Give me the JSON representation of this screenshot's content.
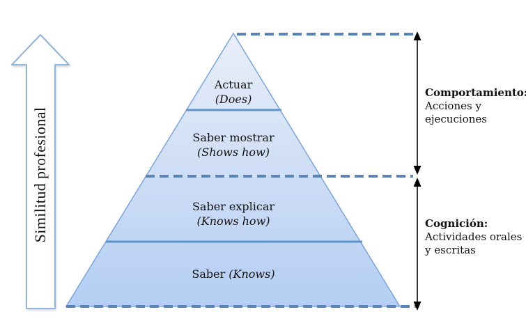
{
  "diagram": {
    "axis_label": "Similitud profesional",
    "levels": [
      {
        "label": "Actuar",
        "translation": "(Does)"
      },
      {
        "label": "Saber mostrar",
        "translation": "(Shows how)"
      },
      {
        "label": "Saber explicar",
        "translation": "(Knows how)"
      },
      {
        "label": "Saber",
        "translation": "(Knows)"
      }
    ],
    "annotations": [
      {
        "title": "Comportamiento:",
        "lines": [
          "Acciones y",
          "ejecuciones"
        ]
      },
      {
        "title": "Cognición:",
        "lines": [
          "Actividades orales",
          "y escritas"
        ]
      }
    ]
  },
  "colors": {
    "pyramid_fill_top": "#e9eef9",
    "pyramid_fill_bottom": "#b4cef3",
    "pyramid_border": "#7aa4d8",
    "divider_line": "#5d93c9",
    "dashed_line": "#5985b8",
    "arrow_outline": "#95b3d7",
    "bracket_arrow": "#000000",
    "text": "#111111"
  }
}
